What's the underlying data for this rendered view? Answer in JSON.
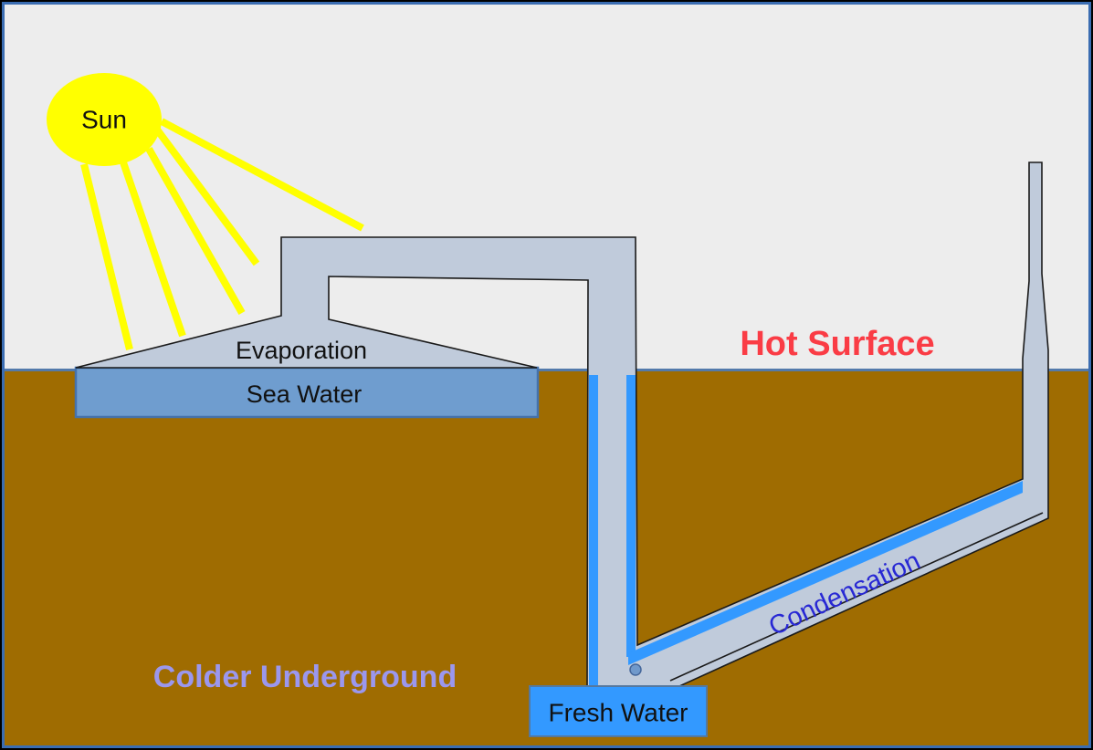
{
  "diagram": {
    "labels": {
      "sun": "Sun",
      "evaporation": "Evaporation",
      "sea_water": "Sea Water",
      "hot_surface": "Hot Surface",
      "condensation": "Condensation",
      "colder_underground": "Colder Underground",
      "fresh_water": "Fresh Water"
    },
    "colors": {
      "sky": "#ededed",
      "ground": "#9f6c01",
      "pipe_fill": "#c0cbdb",
      "sea_water_fill": "#6f9dcf",
      "sea_water_border": "#4472ad",
      "fresh_water_fill": "#3399ff",
      "water_film": "#3399ff",
      "sun_fill": "#ffff00",
      "hot_surface_text": "#fa3c45",
      "colder_underground_text": "#9b97ee",
      "condensation_text": "#2828d4",
      "surface_line": "#537aab",
      "frame": "#3b6db2"
    }
  }
}
